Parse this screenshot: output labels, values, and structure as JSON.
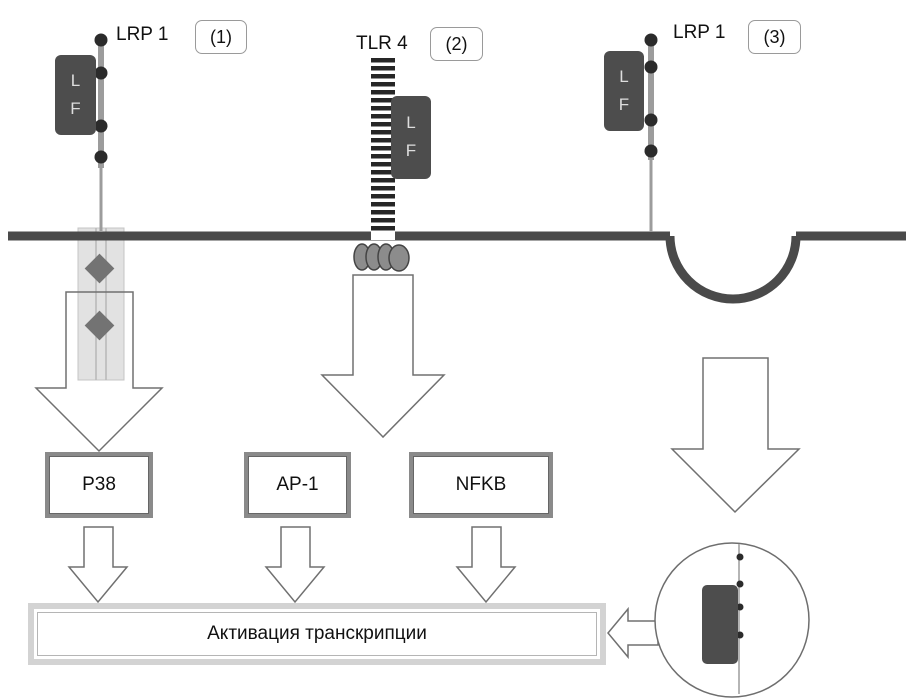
{
  "receptors": [
    {
      "label": "LRP 1",
      "number": "(1)"
    },
    {
      "label": "TLR 4",
      "number": "(2)"
    },
    {
      "label": "LRP 1",
      "number": "(3)"
    }
  ],
  "ligand": {
    "letter1": "L",
    "letter2": "F"
  },
  "transcription_factors": [
    "P38",
    "AP-1",
    "NFKB"
  ],
  "output": {
    "label": "Активация транскрипции"
  },
  "colors": {
    "membrane": "#4a4a4a",
    "ligand": "#4d4d4d",
    "kinase": "#737373",
    "receptor_stem": "#9c9c9c",
    "arrow_outline": "#707070",
    "adaptor": "#8c8c8c"
  }
}
